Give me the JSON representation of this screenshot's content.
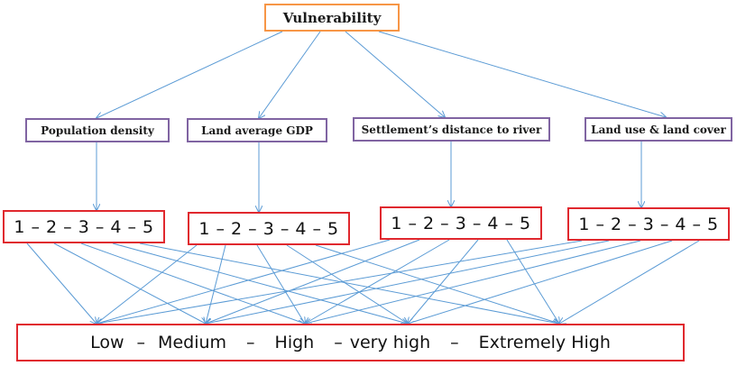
{
  "diagram": {
    "root": "Vulnerability",
    "criteria": [
      "Population density",
      "Land average GDP",
      "Settlement’s distance to river",
      "Land use & land cover"
    ],
    "scales": [
      "1 – 2 – 3 – 4 – 5",
      "1 – 2 – 3 – 4 – 5",
      "1 – 2 – 3 – 4 – 5",
      "1 – 2 – 3 – 4 – 5"
    ],
    "outcome": {
      "levels": [
        "Low",
        "Medium",
        "High",
        "very high",
        "Extremely High"
      ],
      "separator": "–"
    },
    "colors": {
      "arrow": "#5b9bd5",
      "root_border": "#f79646",
      "criteria_border": "#8064a2",
      "scale_border": "#e0282e",
      "outcome_border": "#e0282e"
    }
  }
}
